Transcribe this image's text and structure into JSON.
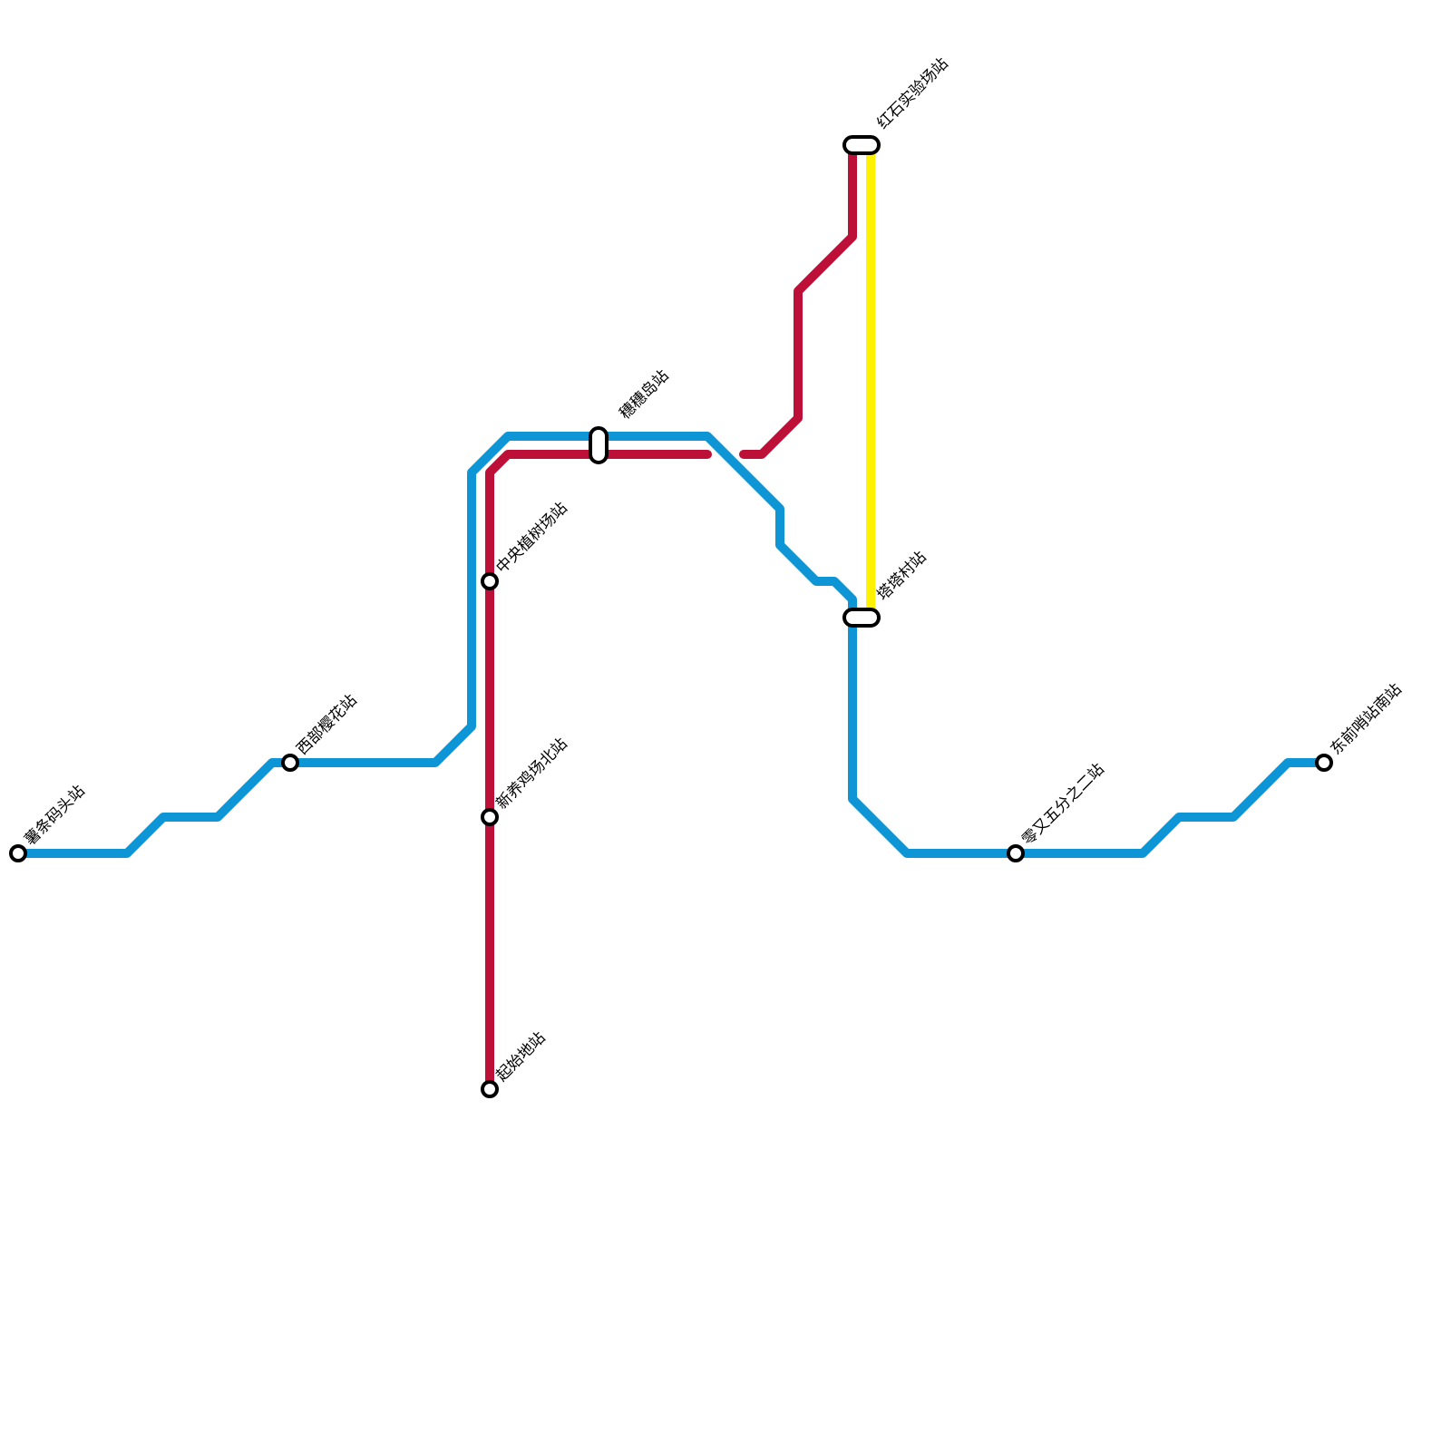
{
  "lines": [
    {
      "id": "blue",
      "color": "#0d95d6"
    },
    {
      "id": "red",
      "color": "#bd1038"
    },
    {
      "id": "yellow",
      "color": "#fff200"
    }
  ],
  "stations": [
    {
      "id": "shutiao",
      "name": "薯条码头站",
      "type": "stop",
      "lines": [
        "blue"
      ]
    },
    {
      "id": "xibu",
      "name": "西部樱花站",
      "type": "stop",
      "lines": [
        "blue"
      ]
    },
    {
      "id": "zhongyang",
      "name": "中央植树场站",
      "type": "stop",
      "lines": [
        "red"
      ]
    },
    {
      "id": "xinyang",
      "name": "新养鸡场北站",
      "type": "stop",
      "lines": [
        "red"
      ]
    },
    {
      "id": "qishi",
      "name": "起始地站",
      "type": "stop",
      "lines": [
        "red"
      ]
    },
    {
      "id": "suisui",
      "name": "穗穗岛站",
      "type": "interchange",
      "lines": [
        "blue",
        "red"
      ]
    },
    {
      "id": "hongshi",
      "name": "红石实验场站",
      "type": "interchange",
      "lines": [
        "red",
        "yellow"
      ]
    },
    {
      "id": "tata",
      "name": "塔塔村站",
      "type": "interchange",
      "lines": [
        "blue",
        "yellow"
      ]
    },
    {
      "id": "lingyou",
      "name": "零又五分之二站",
      "type": "stop",
      "lines": [
        "blue"
      ]
    },
    {
      "id": "dongqian",
      "name": "东前哨站南站",
      "type": "stop",
      "lines": [
        "blue"
      ]
    }
  ]
}
